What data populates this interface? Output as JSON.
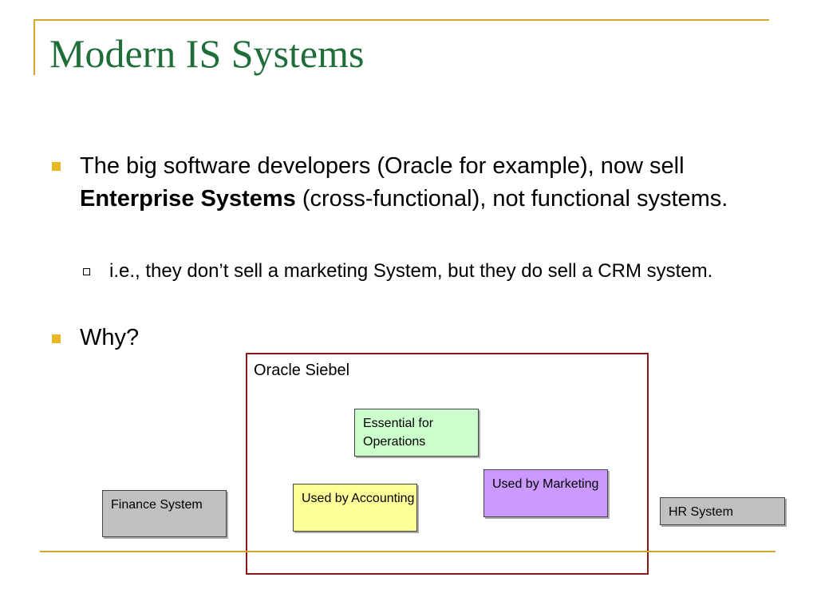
{
  "slide": {
    "title": "Modern IS Systems",
    "bullets": [
      {
        "pre": "The big software developers (Oracle for example), now sell ",
        "bold": "Enterprise Systems",
        "post": " (cross-functional), not functional systems."
      },
      {
        "text": "Why?"
      }
    ],
    "subbullet": "i.e., they don’t sell a marketing System, but they do sell a CRM system."
  },
  "diagram": {
    "container_label": "Oracle Siebel",
    "boxes": {
      "essential": "Essential for Operations",
      "accounting": "Used by Accounting",
      "marketing": "Used by Marketing",
      "finance": "Finance System",
      "hr": "HR System"
    }
  },
  "colors": {
    "title": "#1f6e3a",
    "accent_rule": "#d4a52a",
    "bullet": "#e8b923",
    "container_border": "#8a1a1a",
    "essential_fill": "#ccffcc",
    "accounting_fill": "#ffff99",
    "marketing_fill": "#cc99ff",
    "external_fill": "#c0c0c0"
  }
}
